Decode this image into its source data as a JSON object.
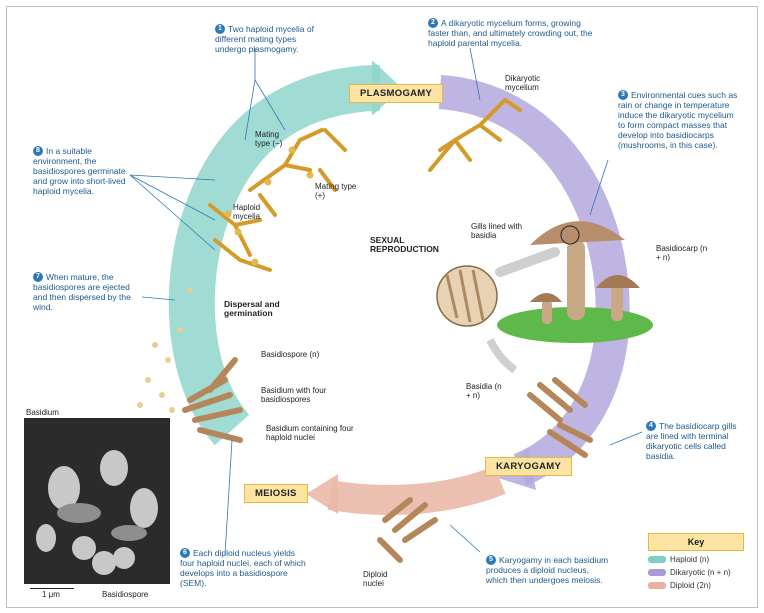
{
  "stages": {
    "plasmogamy": "PLASMOGAMY",
    "karyogamy": "KARYOGAMY",
    "meiosis": "MEIOSIS"
  },
  "notes": [
    {
      "num": "1",
      "text": "Two haploid mycelia of different mating types undergo plasmogamy."
    },
    {
      "num": "2",
      "text": "A dikaryotic mycelium forms, growing faster than, and ultimately crowding out, the haploid parental mycelia."
    },
    {
      "num": "3",
      "text": "Environmental cues such as rain or change in temperature induce the dikaryotic mycelium to form compact masses that develop into basidiocarps (mushrooms, in this case)."
    },
    {
      "num": "4",
      "text": "The basidiocarp gills are lined with terminal dikaryotic cells called basidia."
    },
    {
      "num": "5",
      "text": "Karyogamy in each basidium produces a diploid nucleus, which then undergoes meiosis."
    },
    {
      "num": "6",
      "text": "Each diploid nucleus yields four haploid nuclei, each of which develops into a basidiospore (SEM)."
    },
    {
      "num": "7",
      "text": "When mature, the basidiospores are ejected and then dispersed by the wind."
    },
    {
      "num": "8",
      "text": "In a suitable environment, the basidiospores germinate and grow into short-lived haploid mycelia."
    }
  ],
  "labels": {
    "mating_minus": "Mating type (−)",
    "mating_plus": "Mating type (+)",
    "haploid_mycelia": "Haploid mycelia",
    "dikaryotic_mycelium": "Dikaryotic mycelium",
    "sexual_reproduction": "SEXUAL REPRODUCTION",
    "gills": "Gills lined with basidia",
    "basidiocarp": "Basidiocarp (n + n)",
    "basidia": "Basidia (n + n)",
    "diploid_nuclei": "Diploid nuclei",
    "dispersal": "Dispersal and germination",
    "basidiospore_n": "Basidiospore (n)",
    "basidium_four": "Basidium with four basidiospores",
    "basidium_nuclei": "Basidium containing four haploid nuclei",
    "sem_basidium": "Basidium",
    "sem_basidiospore": "Basidiospore",
    "scale": "1 μm"
  },
  "key": {
    "title": "Key",
    "items": [
      {
        "label": "Haploid (n)",
        "color": "#7ccfc5"
      },
      {
        "label": "Dikaryotic (n + n)",
        "color": "#a79ad6"
      },
      {
        "label": "Diploid (2n)",
        "color": "#e7b2a0"
      }
    ]
  }
}
